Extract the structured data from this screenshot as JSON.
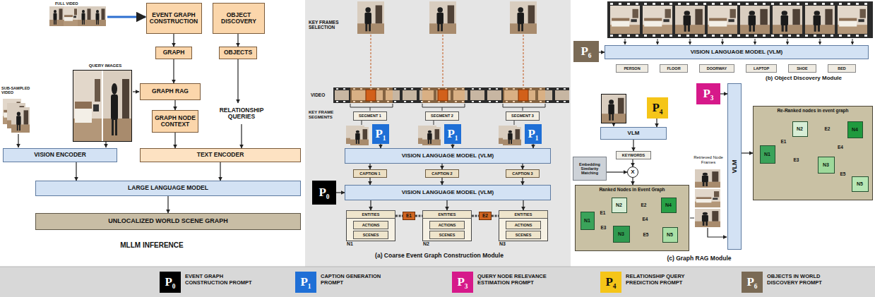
{
  "diagram": {
    "nodes": [
      {
        "text": [
          "EVENT GRAPH CONSTRUCTION"
        ]
      },
      {
        "text": [
          "OBJECT DISCOVERY"
        ]
      },
      {
        "text": [
          "GRAPH"
        ]
      },
      {
        "text": [
          "OBJECTS"
        ]
      },
      {
        "text": [
          "GRAPH RAG"
        ]
      },
      {
        "text": [
          "GRAPH NODE CONTEXT"
        ]
      },
      {
        "text": [
          "RELATIONSHIP QUERIES"
        ]
      },
      {
        "text": [
          "VISION ENCODER"
        ]
      },
      {
        "text": [
          "TEXT ENCODER"
        ]
      },
      {
        "text": [
          "LARGE LANGUAGE MODEL"
        ]
      },
      {
        "text": [
          "UNLOCALIZED WORLD SCENE GRAPH"
        ]
      },
      {
        "text": [
          "SEGMENT 1"
        ]
      },
      {
        "text": [
          "SEGMENT 2"
        ]
      },
      {
        "text": [
          "SEGMENT 3"
        ]
      },
      {
        "text": [
          "P",
          "1"
        ]
      },
      {
        "text": [
          "P",
          "1"
        ]
      },
      {
        "text": [
          "P",
          "1"
        ]
      },
      {
        "text": [
          "VISION LANGUAGE MODEL (VLM)"
        ]
      },
      {
        "text": [
          "CAPTION 1"
        ]
      },
      {
        "text": [
          "CAPTION 2"
        ]
      },
      {
        "text": [
          "CAPTION 3"
        ]
      },
      {
        "text": [
          "P",
          "0"
        ]
      },
      {
        "text": [
          "VISION LANGUAGE MODEL (VLM)"
        ]
      },
      {
        "text": [
          "N1"
        ]
      },
      {
        "text": [
          "ENTITIES"
        ],
        "in": 23
      },
      {
        "text": [
          "ACTIONS"
        ],
        "in": 23
      },
      {
        "text": [
          "SCENES"
        ],
        "in": 23
      },
      {
        "text": [
          "E1"
        ]
      },
      {
        "text": [
          "N2"
        ]
      },
      {
        "text": [
          "ENTITIES"
        ],
        "in": 28
      },
      {
        "text": [
          "ACTIONS"
        ],
        "in": 28
      },
      {
        "text": [
          "SCENES"
        ],
        "in": 28
      },
      {
        "text": [
          "E2"
        ]
      },
      {
        "text": [
          "N3"
        ]
      },
      {
        "text": [
          "ENTITIES"
        ],
        "in": 33
      },
      {
        "text": [
          "ACTIONS"
        ],
        "in": 33
      },
      {
        "text": [
          "SCENES"
        ],
        "in": 33
      },
      {
        "text": [
          "P",
          "6"
        ]
      },
      {
        "text": [
          "VISION LANGUAGE MODEL (VLM)"
        ]
      },
      {
        "text": [
          "PERSON"
        ]
      },
      {
        "text": [
          "FLOOR"
        ]
      },
      {
        "text": [
          "DOORWAY"
        ]
      },
      {
        "text": [
          "LAPTOP"
        ]
      },
      {
        "text": [
          "SHOE"
        ]
      },
      {
        "text": [
          "BED"
        ]
      },
      {
        "text": [
          "P",
          "4"
        ]
      },
      {
        "text": [
          "P",
          "3"
        ]
      },
      {
        "text": [
          "VLM"
        ]
      },
      {
        "text": [
          "KEYWORDS"
        ]
      },
      {
        "text": [
          "Embedding Similarity Matching"
        ]
      },
      {
        "text": [
          "X"
        ]
      },
      {
        "text": [
          "Ranked Nodes in Event Graph"
        ]
      },
      {
        "text": [
          "N1"
        ],
        "in": 51
      },
      {
        "text": [
          "N2"
        ],
        "in": 51
      },
      {
        "text": [
          "N4"
        ],
        "in": 51
      },
      {
        "text": [
          "N3"
        ],
        "in": 51
      },
      {
        "text": [
          "N5"
        ],
        "in": 51
      },
      {
        "text": [
          "VLM"
        ]
      },
      {
        "text": [
          "Re-Ranked nodes in event graph"
        ]
      },
      {
        "text": [
          "N1"
        ],
        "in": 58
      },
      {
        "text": [
          "N2"
        ],
        "in": 58
      },
      {
        "text": [
          "N4"
        ],
        "in": 58
      },
      {
        "text": [
          "N3"
        ],
        "in": 58
      },
      {
        "text": [
          "N5"
        ],
        "in": 58
      }
    ],
    "edges": [
      {
        "from": 0,
        "to": 2,
        "arrow": "to"
      },
      {
        "from": 1,
        "to": 3,
        "arrow": "to"
      },
      {
        "from": 2,
        "to": 4,
        "arrow": "to"
      },
      {
        "from": 4,
        "to": 5,
        "arrow": "to"
      },
      {
        "from": 3,
        "to": 6,
        "arrow": "to"
      },
      {
        "from": 5,
        "to": 8,
        "arrow": "to"
      },
      {
        "from": 6,
        "to": 8,
        "arrow": "to"
      },
      {
        "from": 7,
        "to": 9,
        "arrow": "to"
      },
      {
        "from": 8,
        "to": 9,
        "arrow": "to"
      },
      {
        "from": 9,
        "to": 10,
        "arrow": "to"
      },
      {
        "from": 14,
        "to": 17,
        "arrow": "to"
      },
      {
        "from": 15,
        "to": 17,
        "arrow": "to"
      },
      {
        "from": 16,
        "to": 17,
        "arrow": "to"
      },
      {
        "from": 17,
        "to": 18,
        "arrow": "to"
      },
      {
        "from": 17,
        "to": 19,
        "arrow": "to"
      },
      {
        "from": 17,
        "to": 20,
        "arrow": "to"
      },
      {
        "from": 18,
        "to": 22,
        "arrow": "to"
      },
      {
        "from": 19,
        "to": 22,
        "arrow": "to"
      },
      {
        "from": 20,
        "to": 22,
        "arrow": "to"
      },
      {
        "from": 21,
        "to": 22,
        "arrow": "to"
      },
      {
        "from": 22,
        "to": 23,
        "arrow": "to"
      },
      {
        "from": 22,
        "to": 28,
        "arrow": "to"
      },
      {
        "from": 22,
        "to": 33,
        "arrow": "to"
      },
      {
        "from": 23,
        "to": 27,
        "arrow": "none"
      },
      {
        "from": 27,
        "to": 28,
        "arrow": "none"
      },
      {
        "from": 28,
        "to": 32,
        "arrow": "none"
      },
      {
        "from": 32,
        "to": 33,
        "arrow": "none"
      },
      {
        "from": 37,
        "to": 38,
        "arrow": "to"
      },
      {
        "from": 45,
        "to": 47,
        "arrow": "to"
      },
      {
        "from": 47,
        "to": 48,
        "arrow": "to"
      },
      {
        "from": 48,
        "to": 50,
        "arrow": "to"
      },
      {
        "from": 49,
        "to": 50,
        "arrow": "to"
      },
      {
        "from": 50,
        "to": 51,
        "arrow": "to"
      },
      {
        "from": 46,
        "to": 57,
        "arrow": "to"
      },
      {
        "from": 57,
        "to": 58,
        "arrow": "to"
      },
      {
        "from": 52,
        "to": 53,
        "label": "E1",
        "arrow": "none"
      },
      {
        "from": 53,
        "to": 54,
        "label": "E2",
        "arrow": "none"
      },
      {
        "from": 52,
        "to": 55,
        "label": "E3",
        "arrow": "none"
      },
      {
        "from": 54,
        "to": 55,
        "label": "E4",
        "arrow": "none"
      },
      {
        "from": 55,
        "to": 56,
        "label": "E5",
        "arrow": "none"
      },
      {
        "from": 59,
        "to": 60,
        "label": "E1",
        "arrow": "none"
      },
      {
        "from": 60,
        "to": 61,
        "label": "E2",
        "arrow": "none"
      },
      {
        "from": 59,
        "to": 62,
        "label": "E3",
        "arrow": "none"
      },
      {
        "from": 61,
        "to": 62,
        "label": "E4",
        "arrow": "none"
      },
      {
        "from": 62,
        "to": 63,
        "label": "E5",
        "arrow": "none"
      }
    ],
    "labels": [
      "FULL VIDEO",
      "QUERY IMAGES",
      "SUB-SAMPLED VIDEO",
      "MLLM INFERENCE",
      "KEY FRAMES SELECTION",
      "VIDEO",
      "KEY FRAME SEGMENTS",
      "(a) Coarse Event Graph Construction Module",
      "(b) Object Discovery Module",
      "Retrieved Node Frames",
      "(c) Graph RAG Module",
      "P",
      "0",
      "P",
      "1",
      "P",
      "3",
      "P",
      "4",
      "P",
      "6"
    ],
    "legend": [
      {
        "text": "EVENT GRAPH CONSTRUCTION PROMPT",
        "color": "#000000"
      },
      {
        "text": "CAPTION GENERATION PROMPT",
        "color": "#1f6fd6"
      },
      {
        "text": "QUERY NODE RELEVANCE ESTIMATION PROMPT",
        "color": "#d6198a"
      },
      {
        "text": "RELATIONSHIP QUERY PREDICTION PROMPT",
        "color": "#f5c518"
      },
      {
        "text": "OBJECTS IN WORLD DISCOVERY PROMPT",
        "color": "#7a6a55"
      }
    ]
  }
}
